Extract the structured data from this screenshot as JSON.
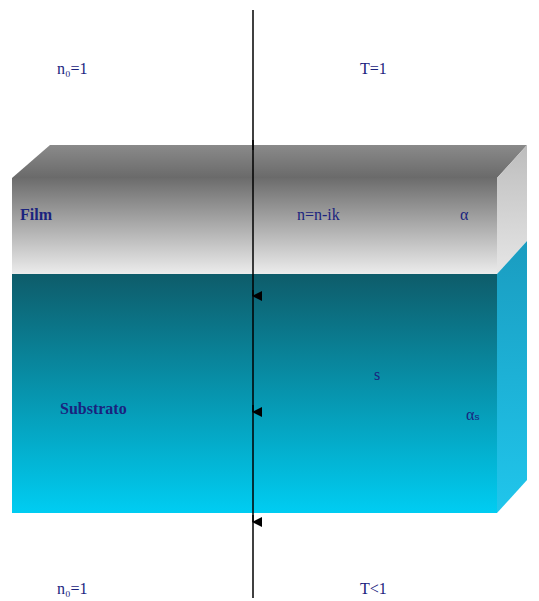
{
  "diagram": {
    "nodes": [
      {
        "text": [
          "Film",
          "n=n-ik",
          "α"
        ]
      },
      {
        "text": [
          "Substrato",
          "s",
          "αₛ"
        ]
      }
    ],
    "labels": [
      "n₀=1",
      "T=1",
      "n₀=1",
      "T<1"
    ]
  }
}
